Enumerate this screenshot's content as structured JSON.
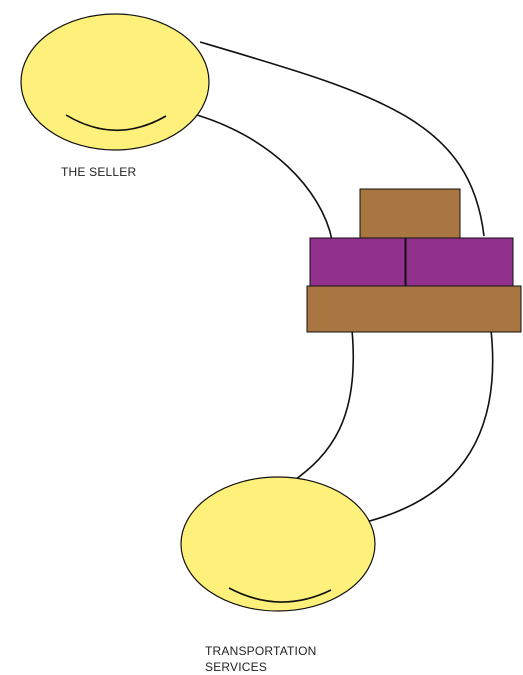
{
  "nodes": {
    "seller": {
      "label": "THE SELLER",
      "fill": "#fdf07b"
    },
    "transport": {
      "label_line1": "TRANSPORTATION",
      "label_line2": "SERVICES",
      "fill": "#fdf07b"
    }
  },
  "goods": {
    "box_brown": "#a97540",
    "box_purple": "#92308e",
    "box_count": 4
  },
  "connector_color": "#111111"
}
